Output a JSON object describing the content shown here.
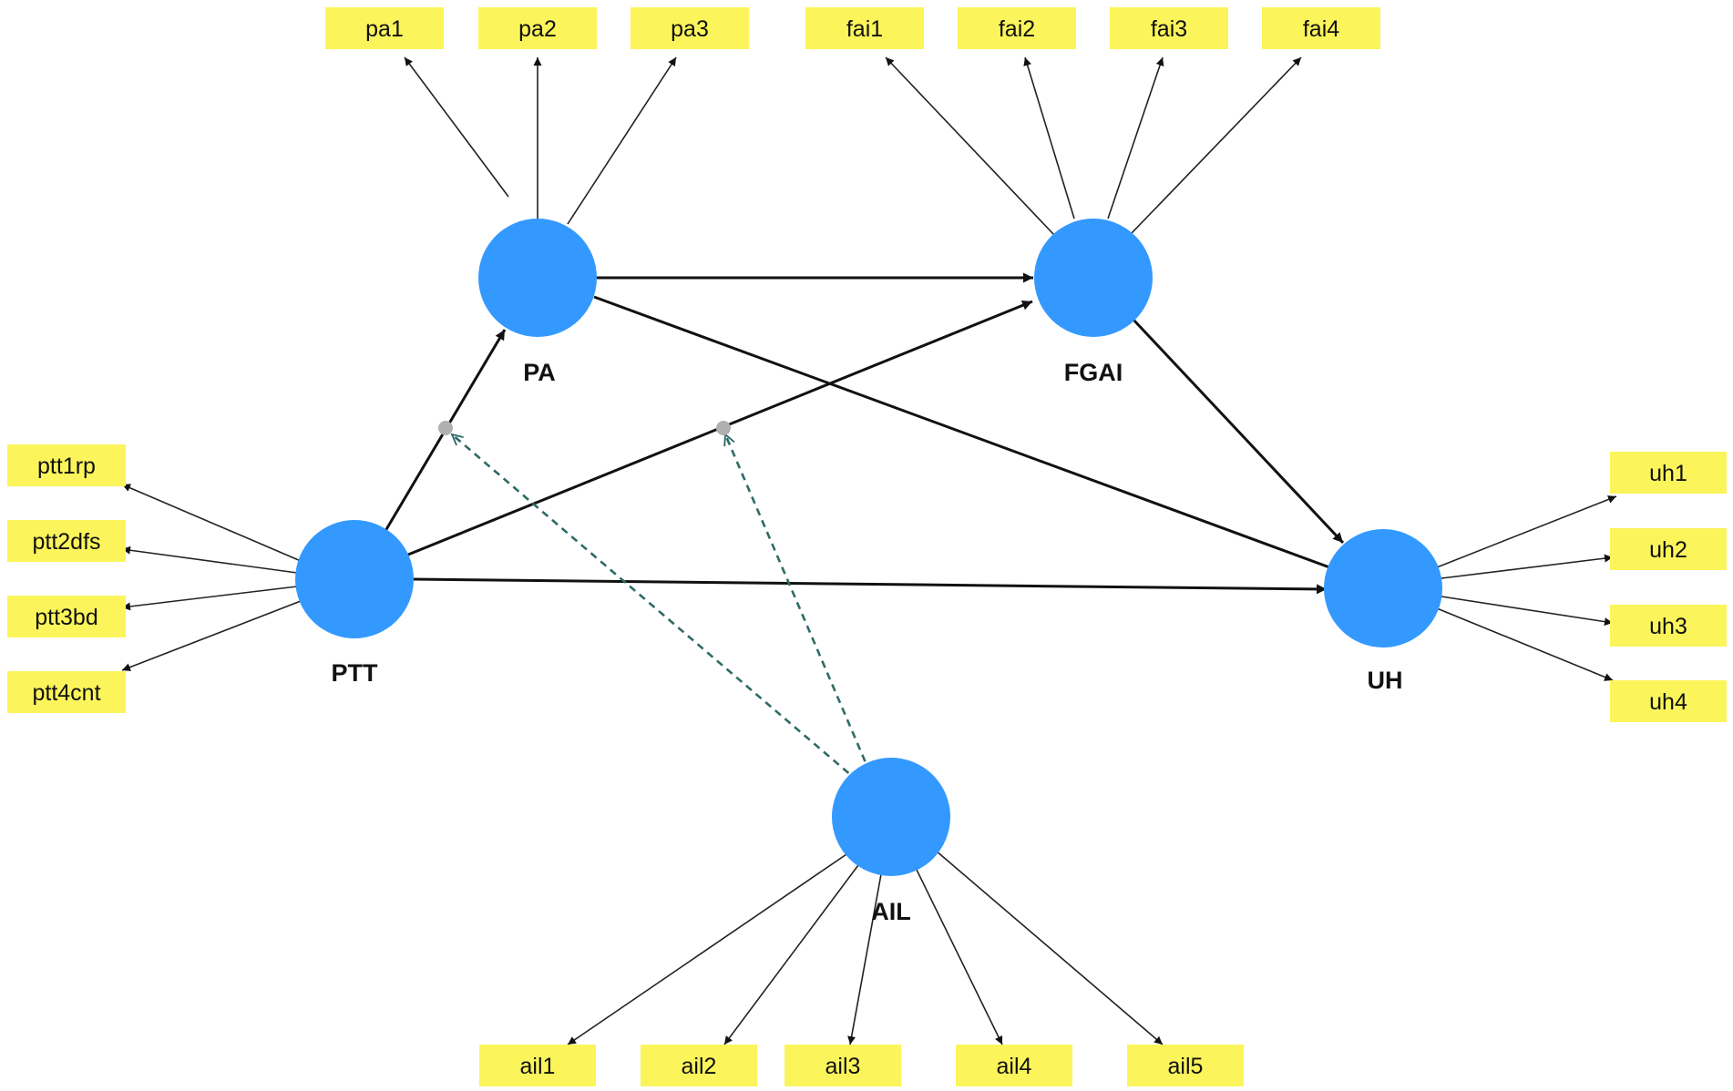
{
  "colors": {
    "construct_fill": "#3399ff",
    "indicator_fill": "#fbf55b",
    "path_line": "#111111",
    "loading_line": "#222222",
    "moderator_line": "#2e6b66",
    "moderator_dot": "#b0b0b0"
  },
  "constructs": {
    "PA": "PA",
    "FGAI": "FGAI",
    "PTT": "PTT",
    "UH": "UH",
    "AIL": "AIL"
  },
  "indicators": {
    "pa1": "pa1",
    "pa2": "pa2",
    "pa3": "pa3",
    "fai1": "fai1",
    "fai2": "fai2",
    "fai3": "fai3",
    "fai4": "fai4",
    "ptt1rp": "ptt1rp",
    "ptt2dfs": "ptt2dfs",
    "ptt3bd": "ptt3bd",
    "ptt4cnt": "ptt4cnt",
    "uh1": "uh1",
    "uh2": "uh2",
    "uh3": "uh3",
    "uh4": "uh4",
    "ail1": "ail1",
    "ail2": "ail2",
    "ail3": "ail3",
    "ail4": "ail4",
    "ail5": "ail5"
  },
  "structural_paths": [
    {
      "from": "PTT",
      "to": "PA"
    },
    {
      "from": "PTT",
      "to": "FGAI"
    },
    {
      "from": "PTT",
      "to": "UH"
    },
    {
      "from": "PA",
      "to": "FGAI"
    },
    {
      "from": "PA",
      "to": "UH"
    },
    {
      "from": "FGAI",
      "to": "UH"
    }
  ],
  "measurement_loadings": [
    {
      "construct": "PA",
      "indicators": [
        "pa1",
        "pa2",
        "pa3"
      ]
    },
    {
      "construct": "FGAI",
      "indicators": [
        "fai1",
        "fai2",
        "fai3",
        "fai4"
      ]
    },
    {
      "construct": "PTT",
      "indicators": [
        "ptt1rp",
        "ptt2dfs",
        "ptt3bd",
        "ptt4cnt"
      ]
    },
    {
      "construct": "UH",
      "indicators": [
        "uh1",
        "uh2",
        "uh3",
        "uh4"
      ]
    },
    {
      "construct": "AIL",
      "indicators": [
        "ail1",
        "ail2",
        "ail3",
        "ail4",
        "ail5"
      ]
    }
  ],
  "moderation_effects": [
    {
      "moderator": "AIL",
      "on_path": "PTT-PA"
    },
    {
      "moderator": "AIL",
      "on_path": "PTT-FGAI"
    }
  ]
}
